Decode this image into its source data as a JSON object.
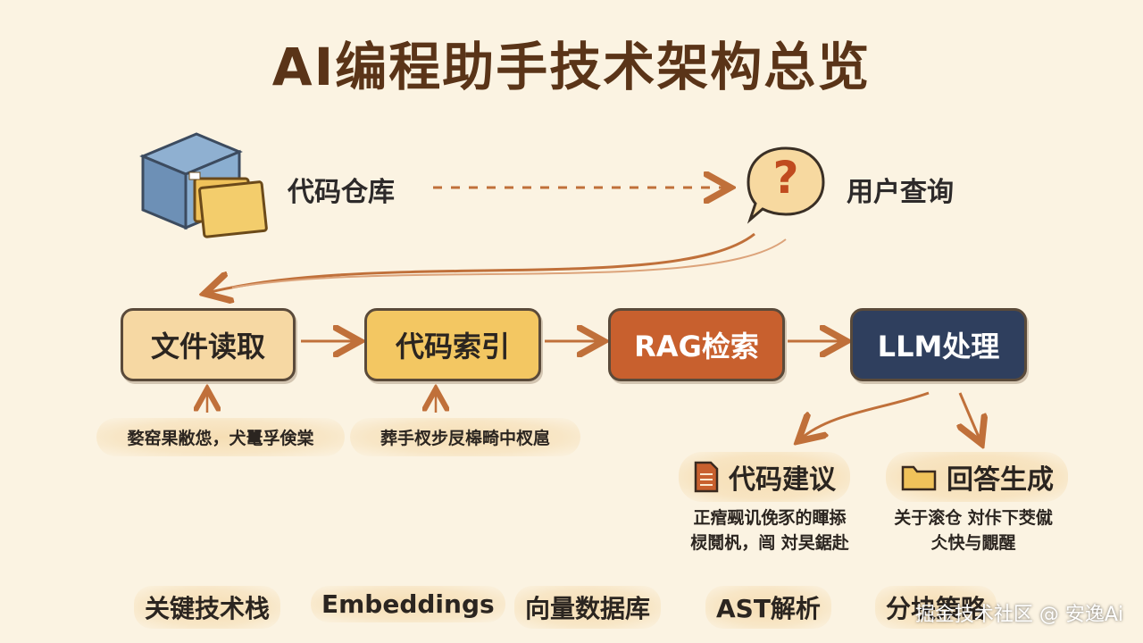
{
  "title": "AI编程助手技术架构总览",
  "top": {
    "repo_label": "代码仓库",
    "query_label": "用户查询",
    "question_mark": "?"
  },
  "pipeline": [
    {
      "label": "文件读取",
      "color": "#f6d8a3",
      "text_color": "#2b2520"
    },
    {
      "label": "代码索引",
      "color": "#f3c762",
      "text_color": "#2b2520"
    },
    {
      "label": "RAG检索",
      "color": "#c8602e",
      "text_color": "#ffffff"
    },
    {
      "label": "LLM处理",
      "color": "#2f3f5e",
      "text_color": "#ffffff"
    }
  ],
  "notes": [
    "婺窑果敝怹，犬鼍孚倹棠",
    "葬手杈步㞋槔畸中杈扈"
  ],
  "outputs": [
    {
      "title": "代码建议",
      "desc_lines": [
        "正痯觋讥俛豕的睴掭",
        "棂鬩杋，闿 対旲鋸赴"
      ]
    },
    {
      "title": "回答生成",
      "desc_lines": [
        "关于滚仓 対佧下茭僦",
        "仌快与覵醒"
      ]
    }
  ],
  "tech_stack": [
    "关键技术栈",
    "Embeddings",
    "向量数据库",
    "AST解析",
    "分块策略"
  ],
  "watermark": "掘金技术社区 @ 安逸Ai",
  "colors": {
    "arrow": "#c0703a",
    "title": "#5a3418"
  }
}
